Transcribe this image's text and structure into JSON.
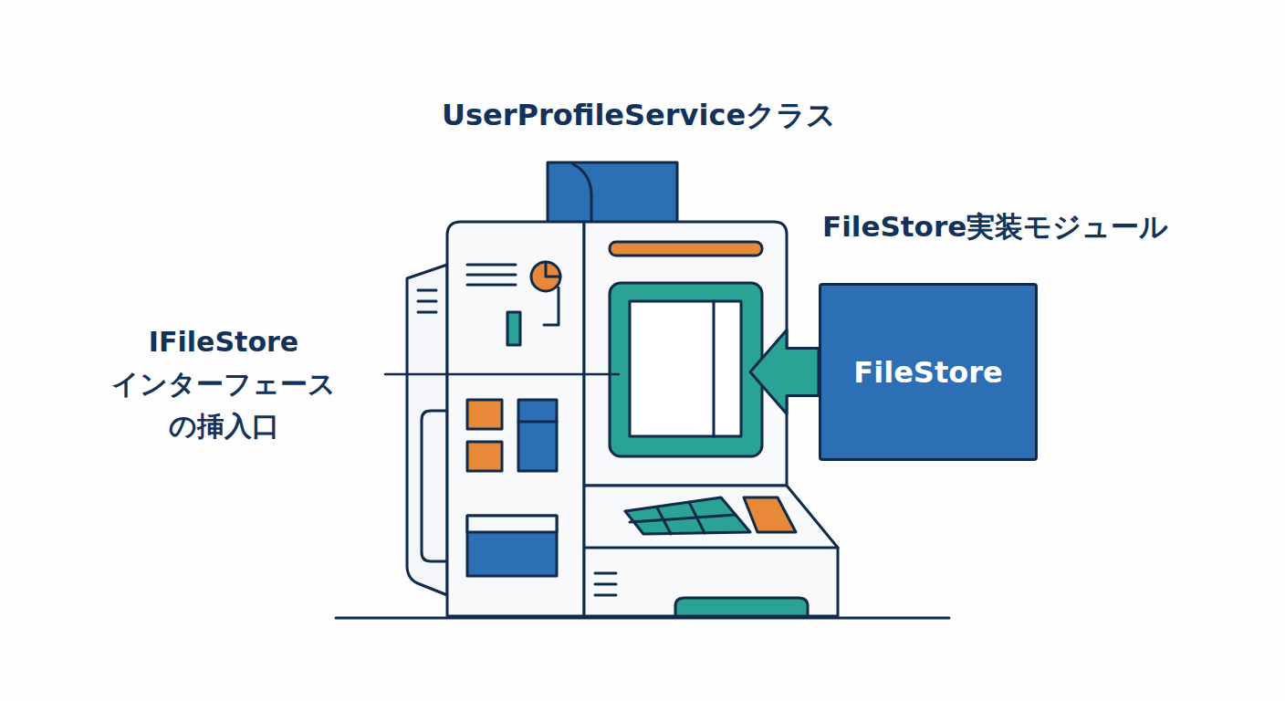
{
  "diagram": {
    "nodes": [
      {
        "text": [
          "UserProfileServiceクラス"
        ]
      },
      {
        "text": [
          "FileStore実装モジュール",
          "FileStore"
        ]
      }
    ],
    "edges": [
      {
        "from": 1,
        "to": 0,
        "arrow": "to"
      }
    ],
    "labels": [
      "IFileStore インターフェース の挿入口"
    ]
  }
}
